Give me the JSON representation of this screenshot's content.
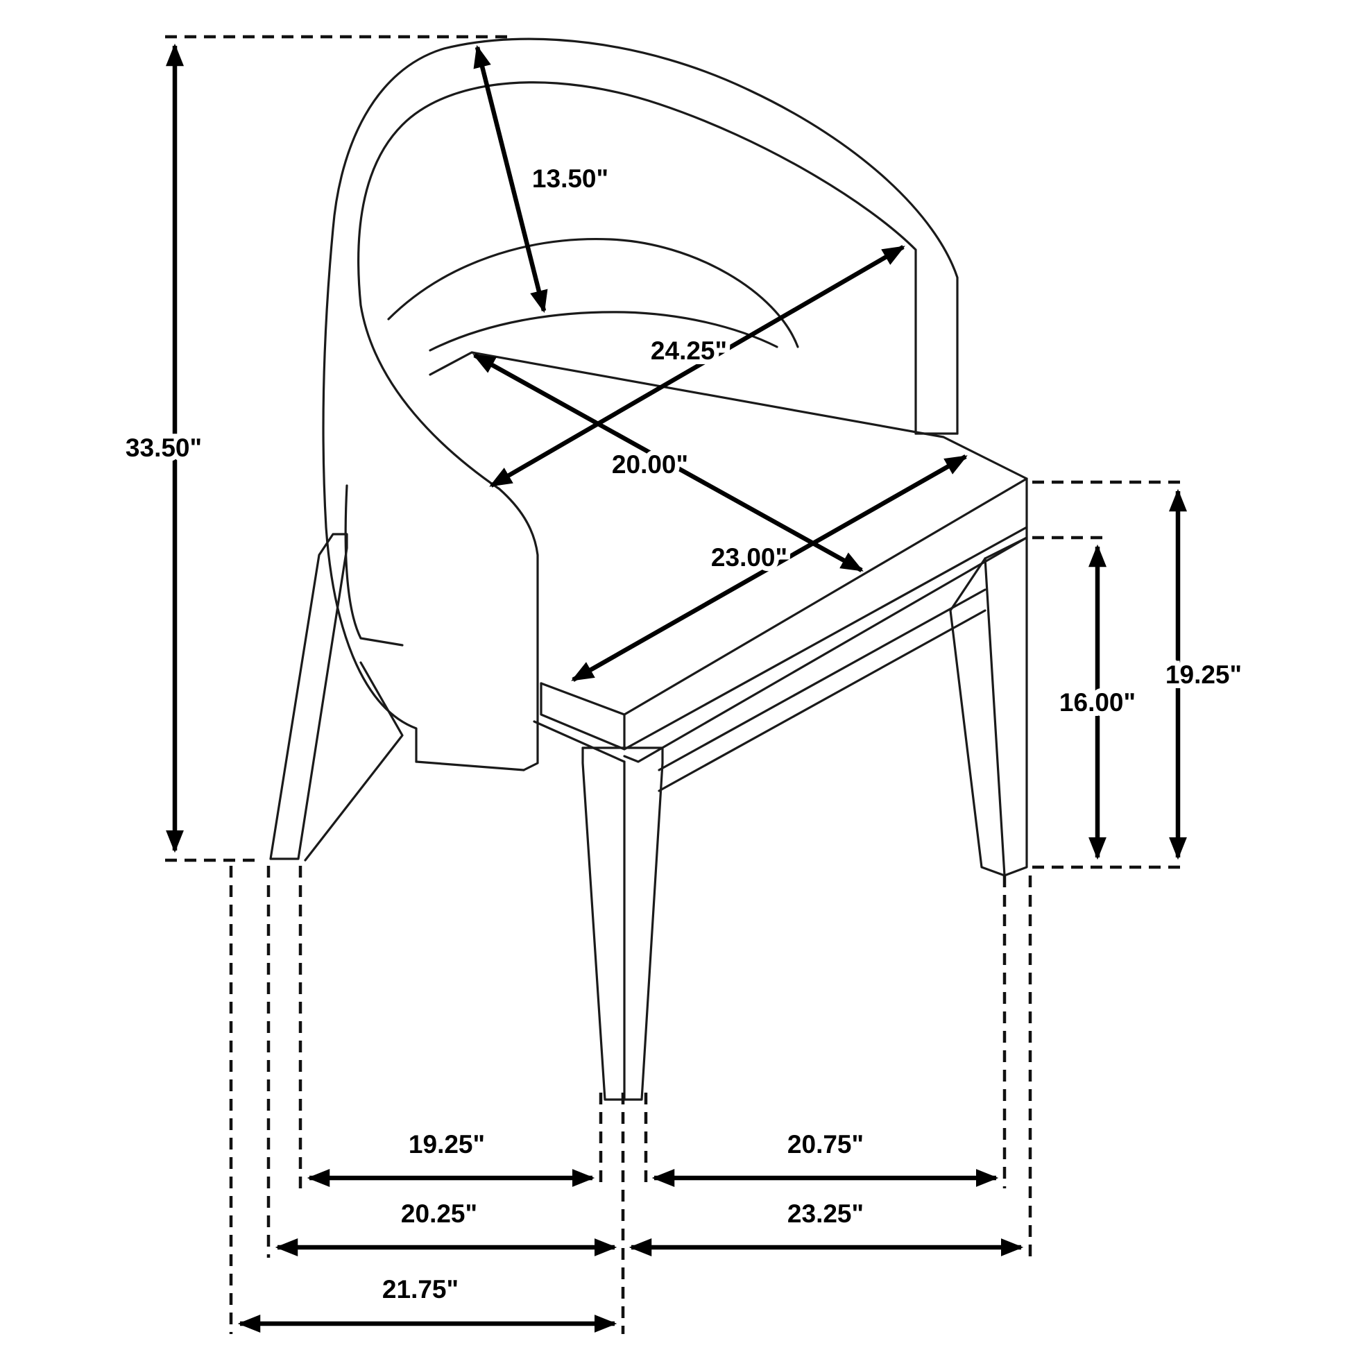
{
  "dimensions": {
    "overall_height": "33.50\"",
    "back_inner_height": "13.50\"",
    "overall_width": "24.25\"",
    "seat_depth": "20.00\"",
    "seat_width": "23.00\"",
    "seat_height": "19.25\"",
    "apron_height": "16.00\"",
    "leg_span_inner_left": "19.25\"",
    "leg_span_inner_right": "20.75\"",
    "leg_span_mid_left": "20.25\"",
    "leg_span_mid_right": "23.25\"",
    "overall_depth": "21.75\""
  },
  "colors": {
    "line": "#1a1a1a",
    "background": "#ffffff"
  }
}
